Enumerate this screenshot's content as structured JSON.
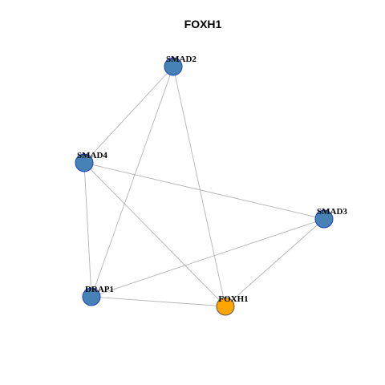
{
  "title": "FOXH1",
  "colors": {
    "edge": "#b4b4b4",
    "node_fill": "#4682b4",
    "node_stroke": "#1c3fbf",
    "highlight_fill": "#ffa500",
    "highlight_stroke": "#555555"
  },
  "graph": {
    "nodes": [
      {
        "id": "SMAD2",
        "label": "SMAD2",
        "highlight": false
      },
      {
        "id": "SMAD4",
        "label": "SMAD4",
        "highlight": false
      },
      {
        "id": "SMAD3",
        "label": "SMAD3",
        "highlight": false
      },
      {
        "id": "DRAP1",
        "label": "DRAP1",
        "highlight": false
      },
      {
        "id": "FOXH1",
        "label": "FOXH1",
        "highlight": true
      }
    ],
    "edges": [
      {
        "source": "SMAD2",
        "target": "SMAD4"
      },
      {
        "source": "SMAD2",
        "target": "DRAP1"
      },
      {
        "source": "SMAD2",
        "target": "FOXH1"
      },
      {
        "source": "SMAD4",
        "target": "SMAD3"
      },
      {
        "source": "SMAD4",
        "target": "DRAP1"
      },
      {
        "source": "SMAD4",
        "target": "FOXH1"
      },
      {
        "source": "SMAD3",
        "target": "DRAP1"
      },
      {
        "source": "SMAD3",
        "target": "FOXH1"
      },
      {
        "source": "DRAP1",
        "target": "FOXH1"
      }
    ]
  }
}
